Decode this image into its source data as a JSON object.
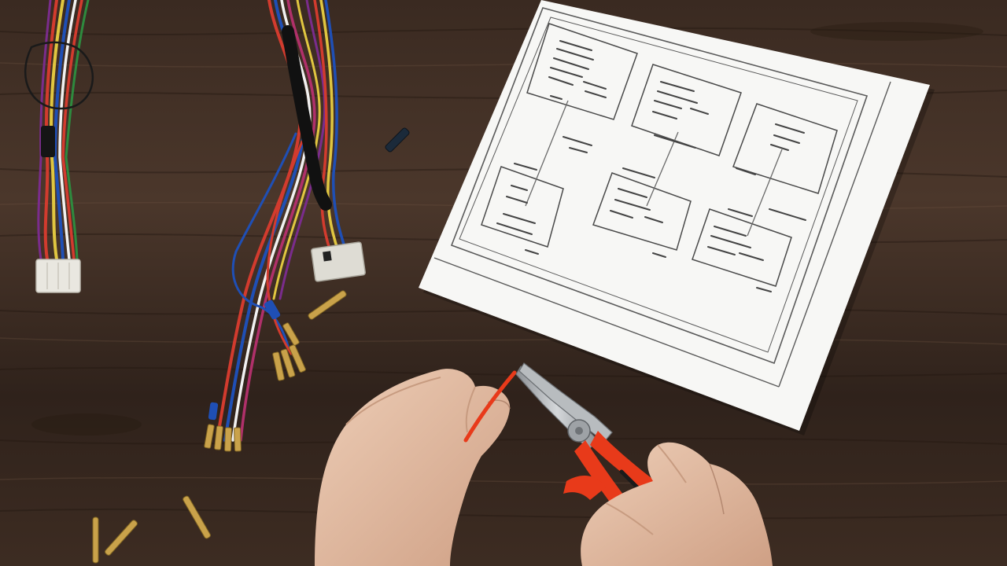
{
  "colors": {
    "table_dark": "#2a1e18",
    "table_mid": "#4a362b",
    "table_light": "#5e4637",
    "paper": "#f7f7f5",
    "ink": "#3a3a3a",
    "skin": "#e2bfa6",
    "skin_shadow": "#c79b80",
    "plier_red": "#e83a1a",
    "plier_metal": "#a9adb0",
    "brass": "#c9a24a",
    "connector_white": "#e9e7e0"
  },
  "wire_colors": [
    "#d23b2e",
    "#1f4fb5",
    "#f1f1f1",
    "#e0c640",
    "#7a2c8c",
    "#2e8a3e",
    "#111111",
    "#e07a2b",
    "#b0306a"
  ],
  "icons": {
    "schematic": "wiring-diagram-sheet",
    "pliers": "needle-nose-pliers",
    "harness": "wire-harness",
    "terminal": "crimp-terminal"
  }
}
